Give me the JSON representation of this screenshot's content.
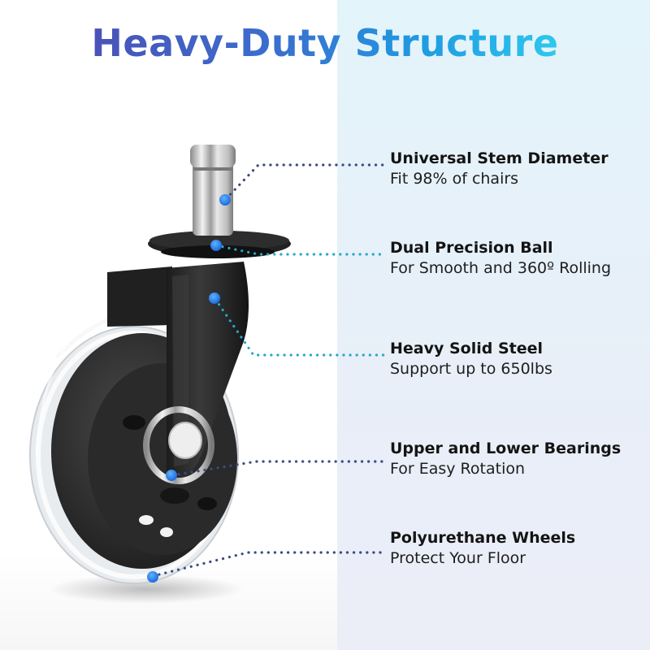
{
  "title": "Heavy-Duty Structure",
  "colors": {
    "title_gradient_start": "#4a52b8",
    "title_gradient_end": "#2ec8ee",
    "marker_dot": "#1e7ee6",
    "leader_dark": "#3d4a80",
    "leader_teal": "#2aa7c9",
    "panel_background": "#e6f1f9"
  },
  "callouts": [
    {
      "heading": "Universal Stem Diameter",
      "subtext": "Fit 98% of chairs",
      "part": "stem"
    },
    {
      "heading": "Dual Precision Ball",
      "subtext": "For Smooth and 360º Rolling",
      "part": "swivel-ball-bearing"
    },
    {
      "heading": "Heavy Solid Steel",
      "subtext": "Support up to 650lbs",
      "part": "steel-bracket"
    },
    {
      "heading": "Upper and Lower Bearings",
      "subtext": "For Easy Rotation",
      "part": "axle-bearing"
    },
    {
      "heading": "Polyurethane Wheels",
      "subtext": "Protect Your Floor",
      "part": "wheel-tread"
    }
  ]
}
